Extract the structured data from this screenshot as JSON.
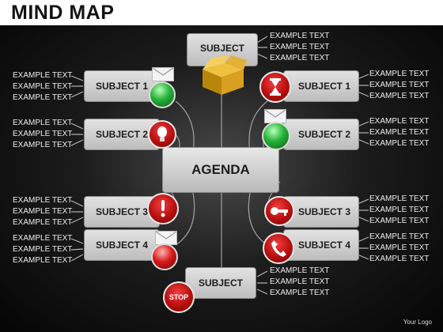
{
  "title": "MIND MAP",
  "center": "AGENDA",
  "top_subject": "SUBJECT",
  "bottom_subject": "SUBJECT",
  "left": [
    "SUBJECT 1",
    "SUBJECT 2",
    "SUBJECT 3",
    "SUBJECT 4"
  ],
  "right": [
    "SUBJECT 1",
    "SUBJECT 2",
    "SUBJECT 3",
    "SUBJECT 4"
  ],
  "example": "EXAMPLE TEXT",
  "stop": "STOP",
  "footer": "Your Logo",
  "colors": {
    "accent_red": "#c81414",
    "accent_green": "#27b83a",
    "box": "#d0d0d0",
    "text": "#ffffff"
  },
  "icons": [
    "traffic-light-green-icon",
    "lightbulb-icon",
    "exclamation-icon",
    "traffic-light-red-icon",
    "box-icon",
    "hourglass-icon",
    "traffic-light-green-icon",
    "key-icon",
    "phone-icon",
    "stop-icon"
  ]
}
